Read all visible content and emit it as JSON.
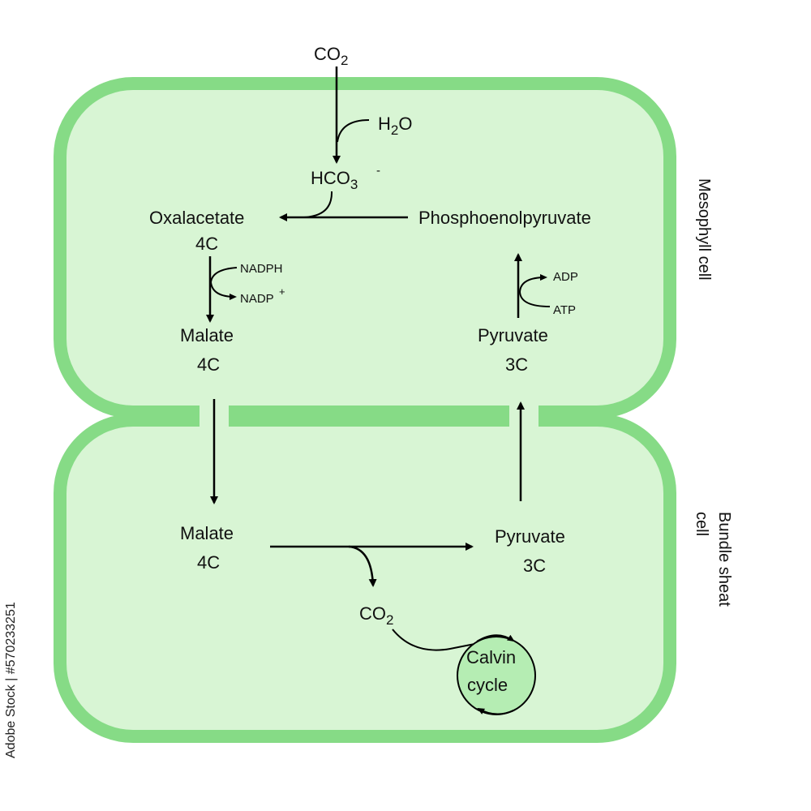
{
  "colors": {
    "cell_border": "#86DB86",
    "cell_fill": "#D8F5D4",
    "calvin_fill": "#B5EDB3",
    "arrow": "#000000"
  },
  "labels": {
    "co2_top": "CO2",
    "h2o": "H2O",
    "hco3": "HCO3",
    "hco3_charge": "-",
    "oxalacetate": "Oxalacetate",
    "oxalacetate_carbons": "4C",
    "pep": "Phosphoenolpyruvate",
    "nadph": "NADPH",
    "nadp": "NADP",
    "nadp_charge": "+",
    "malate_m": "Malate",
    "malate_m_carbons": "4C",
    "adp": "ADP",
    "atp": "ATP",
    "pyruvate_m": "Pyruvate",
    "pyruvate_m_carbons": "3C",
    "malate_b": "Malate",
    "malate_b_carbons": "4C",
    "pyruvate_b": "Pyruvate",
    "pyruvate_b_carbons": "3C",
    "co2_bottom": "CO2",
    "calvin_line1": "Calvin",
    "calvin_line2": "cycle",
    "mesophyll_cell": "Mesophyll cell",
    "bundle_line1": "Bundle sheat",
    "bundle_line2": "cell"
  },
  "watermark": "Adobe Stock | #570233251"
}
